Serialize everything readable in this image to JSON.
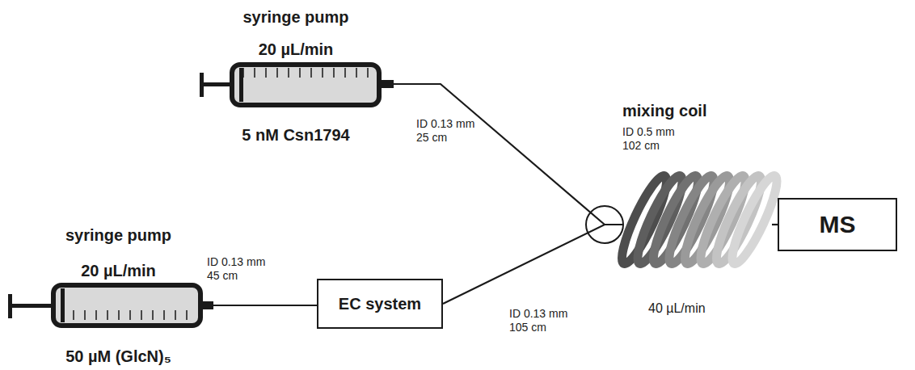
{
  "diagram": {
    "nodes": [
      {
        "text": [
          "syringe pump",
          "20 µL/min",
          "5 nM Csn1794"
        ]
      },
      {
        "text": [
          "syringe pump",
          "20 µL/min",
          "50 µM (GlcN)₅"
        ]
      },
      {
        "text": [
          "EC system"
        ]
      },
      {
        "text": [
          "mixing coil",
          "ID 0.5 mm 102 cm",
          "40 µL/min"
        ]
      },
      {
        "text": [
          "MS"
        ]
      }
    ],
    "edges": [
      {
        "from": 0,
        "to": 3,
        "label": "ID 0.13 mm 25 cm",
        "arrow": "none"
      },
      {
        "from": 1,
        "to": 2,
        "label": "ID 0.13 mm 45 cm",
        "arrow": "none"
      },
      {
        "from": 2,
        "to": 3,
        "label": "ID 0.13 mm 105 cm",
        "arrow": "none"
      },
      {
        "from": 3,
        "to": 4,
        "arrow": "none"
      }
    ]
  }
}
